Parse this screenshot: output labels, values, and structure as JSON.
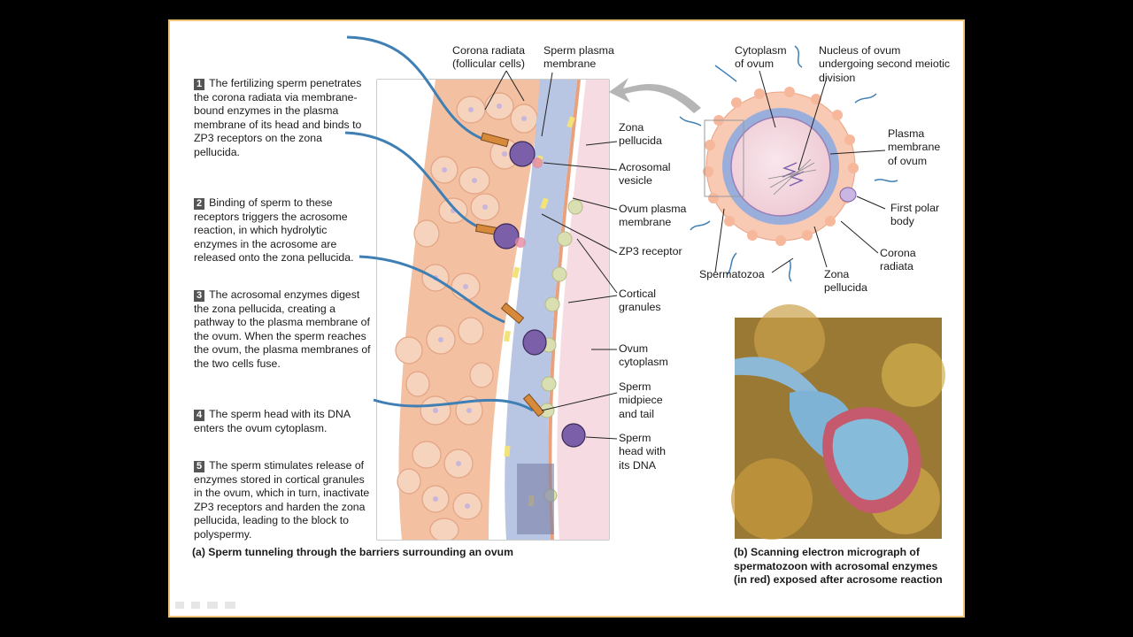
{
  "steps": [
    {
      "num": "1",
      "text": "The fertilizing sperm penetrates the corona radiata via membrane-bound enzymes in the plasma membrane of its head and binds to ZP3 receptors on the zona pellucida."
    },
    {
      "num": "2",
      "text": "Binding of sperm to these receptors triggers the acrosome reaction, in which hydrolytic enzymes in the acrosome are released onto the zona pellucida."
    },
    {
      "num": "3",
      "text": "The acrosomal enzymes digest the zona pellucida, creating a pathway to the plasma membrane of the ovum. When the sperm reaches the ovum, the plasma membranes of the two cells fuse."
    },
    {
      "num": "4",
      "text": "The sperm head with its DNA enters the ovum cytoplasm."
    },
    {
      "num": "5",
      "text": "The sperm stimulates release of enzymes stored in cortical granules in the ovum, which in turn, inactivate ZP3 receptors and harden the zona pellucida, leading to the block to polyspermy."
    }
  ],
  "left_labels": {
    "corona_radiata": "Corona radiata (follicular cells)",
    "sperm_plasma_membrane": "Sperm plasma membrane",
    "zona_pellucida": "Zona pellucida",
    "acrosomal_vesicle": "Acrosomal vesicle",
    "ovum_plasma_membrane": "Ovum plasma membrane",
    "zp3_receptor": "ZP3 receptor",
    "cortical_granules": "Cortical granules",
    "ovum_cytoplasm": "Ovum cytoplasm",
    "sperm_midpiece": "Sperm midpiece and tail",
    "sperm_head": "Sperm head with its DNA"
  },
  "right_labels": {
    "cytoplasm_of_ovum": "Cytoplasm of ovum",
    "nucleus_of_ovum": "Nucleus of ovum undergoing second meiotic division",
    "plasma_membrane_of_ovum": "Plasma membrane of ovum",
    "first_polar_body": "First polar body",
    "corona_radiata": "Corona radiata",
    "zona_pellucida": "Zona pellucida",
    "spermatozoa": "Spermatozoa"
  },
  "captions": {
    "a": "(a)  Sperm tunneling through the barriers surrounding an ovum",
    "b": "(b)  Scanning electron micrograph of spermatozoon with acrosomal enzymes (in red) exposed after acrosome reaction"
  },
  "colors": {
    "frame_border": "#f0c27a",
    "corona_cells": "#f4c2a6",
    "zona": "#b9c6e3",
    "ovum_cytoplasm": "#f6dce2",
    "sperm_head": "#7b5fa8",
    "tail": "#3f7fb4",
    "arrow": "#a8a8a8"
  }
}
